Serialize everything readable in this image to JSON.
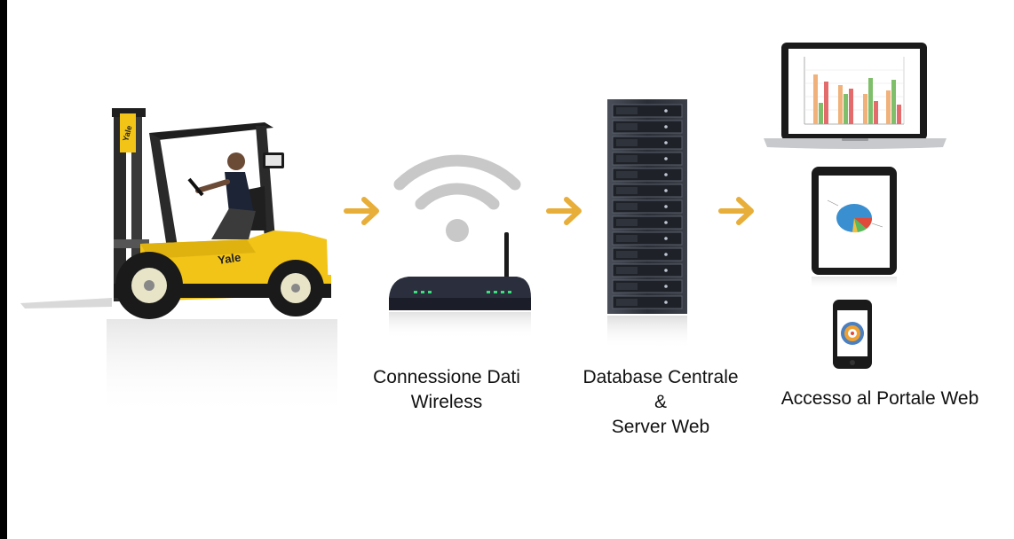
{
  "steps": [
    {
      "id": "forklift",
      "brand_logo": "Yale"
    },
    {
      "id": "wireless",
      "label_lines": [
        "Connessione Dati",
        "Wireless"
      ]
    },
    {
      "id": "server",
      "label_lines": [
        "Database Centrale",
        "&",
        "Server Web"
      ]
    },
    {
      "id": "portal",
      "label_lines": [
        "Accesso al Portale Web"
      ]
    }
  ],
  "colors": {
    "arrow": "#E8AE3A",
    "forklift_yellow": "#F2C417",
    "wifi_gray": "#C8C8C8"
  },
  "icons": [
    "forklift-icon",
    "wifi-icon",
    "router-icon",
    "server-rack-icon",
    "laptop-icon",
    "tablet-icon",
    "smartphone-icon",
    "arrow-right-icon"
  ]
}
